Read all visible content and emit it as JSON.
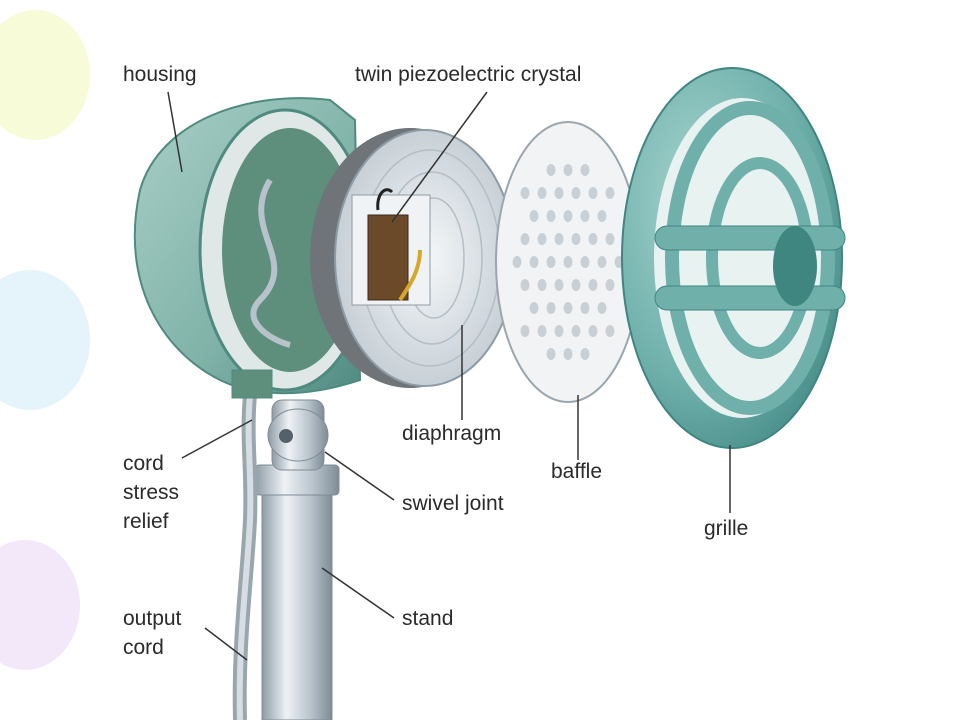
{
  "labels": {
    "housing": "housing",
    "crystal": "twin piezoelectric crystal",
    "diaphragm": "diaphragm",
    "baffle": "baffle",
    "grille": "grille",
    "cord_stress_relief": [
      "cord",
      "stress",
      "relief"
    ],
    "swivel_joint": "swivel joint",
    "stand": "stand",
    "output_cord": [
      "output",
      "cord"
    ]
  },
  "colors": {
    "housing": "#7fb2a8",
    "housing_dark": "#4f8a80",
    "grille": "#6fb0ab",
    "grille_dark": "#3f8580",
    "metal": "#c9d3da",
    "metal_dark": "#8e9ba5",
    "crystal": "#6b4a2a",
    "leader_line": "#333333",
    "balloon_yellow": "#f3f7b8",
    "balloon_blue": "#cfe9f7",
    "balloon_purple": "#ead6f4"
  }
}
